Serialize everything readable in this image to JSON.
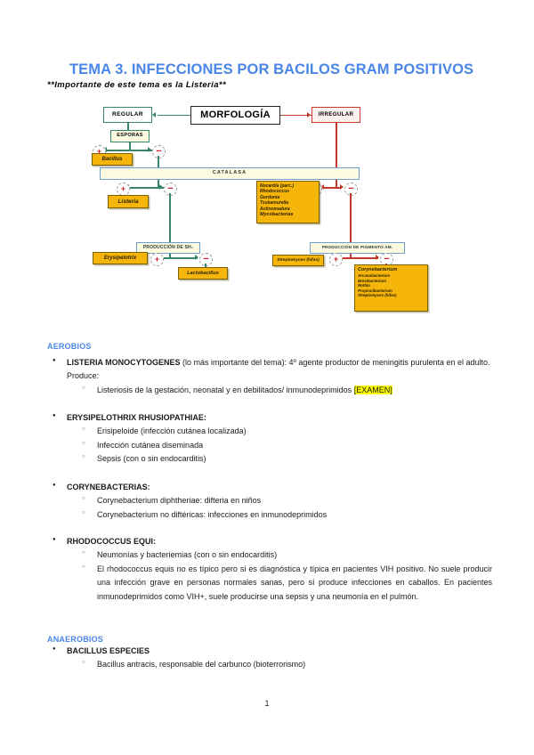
{
  "document": {
    "title": "TEMA 3. INFECCIONES POR BACILOS GRAM POSITIVOS",
    "subtitle": "**Importante de este tema es la Listeria**",
    "page_number": "1",
    "accent_color": "#4a86e8",
    "highlight_color": "#ffff00"
  },
  "diagram": {
    "root": "MORFOLOGÍA",
    "branch_regular": "REGULAR",
    "branch_irregular": "IRREGULAR",
    "test_esporas": "ESPORAS",
    "test_catalasa": "CATALASA",
    "test_sh2": "PRODUCCIÓN DE SH₂",
    "test_pigmento": "PRODUCCIÓN DE PIGMENTO AM.",
    "plus": "+",
    "minus": "−",
    "leaf_bacillus": "Bacillus",
    "leaf_listeria": "Listeria",
    "leaf_erysipelotrix": "Erysipelotrix",
    "leaf_lactobacillus": "Lactobacillus",
    "leaf_streptomyces": "Streptomyces (hifas)",
    "acid_fast_group": [
      "Nocardia (parc.)",
      "Rhodococcus",
      "Gordonia",
      "Tsukamurella",
      "Actinomadura",
      "Mycobacterias"
    ],
    "irregular_group": [
      "Corynebacterium",
      "Arcanobacterium",
      "Brevibacterium",
      "Rothia",
      "Propionibacterium",
      "Streptomyces (hifas)"
    ],
    "colors": {
      "regular_branch": "#38856a",
      "irregular_branch": "#c0392b",
      "leaf_fill": "#f5b50a",
      "test_fill": "#fcfbe0"
    }
  },
  "content": {
    "aerobios_heading": "AEROBIOS",
    "anaerobios_heading": "ANAEROBIOS",
    "listeria": {
      "name": "LISTERIA MONOCYTOGENES",
      "rest": " (lo más importante del tema): 4º agente productor de meningitis purulenta en el adulto. Produce:",
      "sub1_text": "Listeriosis de la gestación, neonatal y en debilitados/ inmunodeprimidos ",
      "sub1_tag": "[EXAMEN]"
    },
    "erysipelothrix": {
      "name": "ERYSIPELOTHRIX RHUSIOPATHIAE:",
      "sub": [
        "Erisipeloide (infección cutánea localizada)",
        "Infección cutánea diseminada",
        "Sepsis (con o sin endocarditis)"
      ]
    },
    "corynebacterias": {
      "name": "CORYNEBACTERIAS:",
      "sub": [
        "Corynebacterium diphtheriae: difteria en niños",
        "Corynebacterium no diftéricas: infecciones en inmunodeprimidos"
      ]
    },
    "rhodococcus": {
      "name": "RHODOCOCCUS EQUI:",
      "sub": [
        "Neumonías y bacteriemias (con o sin endocarditis)",
        "El rhodococcus equis no es típico pero si es diagnóstica y típica en pacientes VIH positivo. No suele producir una infección grave en personas normales sanas, pero sí produce infecciones en caballos. En pacientes inmunodeprimidos como VIH+, suele producirse una sepsis y una neumonía en el pulmón."
      ]
    },
    "bacillus": {
      "name": "BACILLUS ESPECIES",
      "sub": [
        "Bacillus antracis, responsable del carbunco (bioterrorismo)"
      ]
    }
  }
}
